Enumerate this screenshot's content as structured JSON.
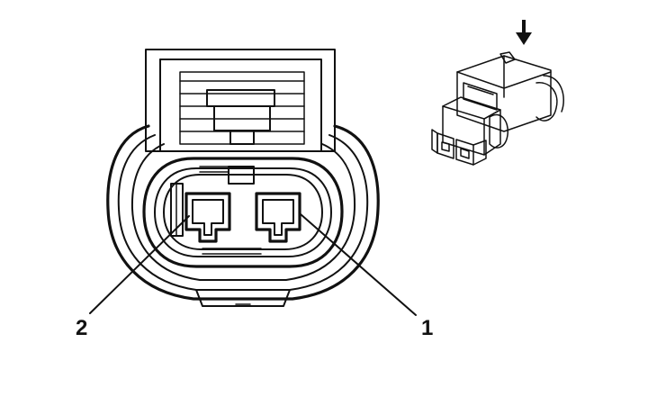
{
  "diagram": {
    "pin_labels": [
      {
        "id": "pin-2",
        "text": "2"
      },
      {
        "id": "pin-1",
        "text": "1"
      }
    ],
    "icons": {
      "inset": "connector-perspective-icon",
      "arrow": "arrow-down-icon"
    },
    "colors": {
      "line": "#111111",
      "shade": "#c8c8c8",
      "background": "#ffffff"
    }
  }
}
